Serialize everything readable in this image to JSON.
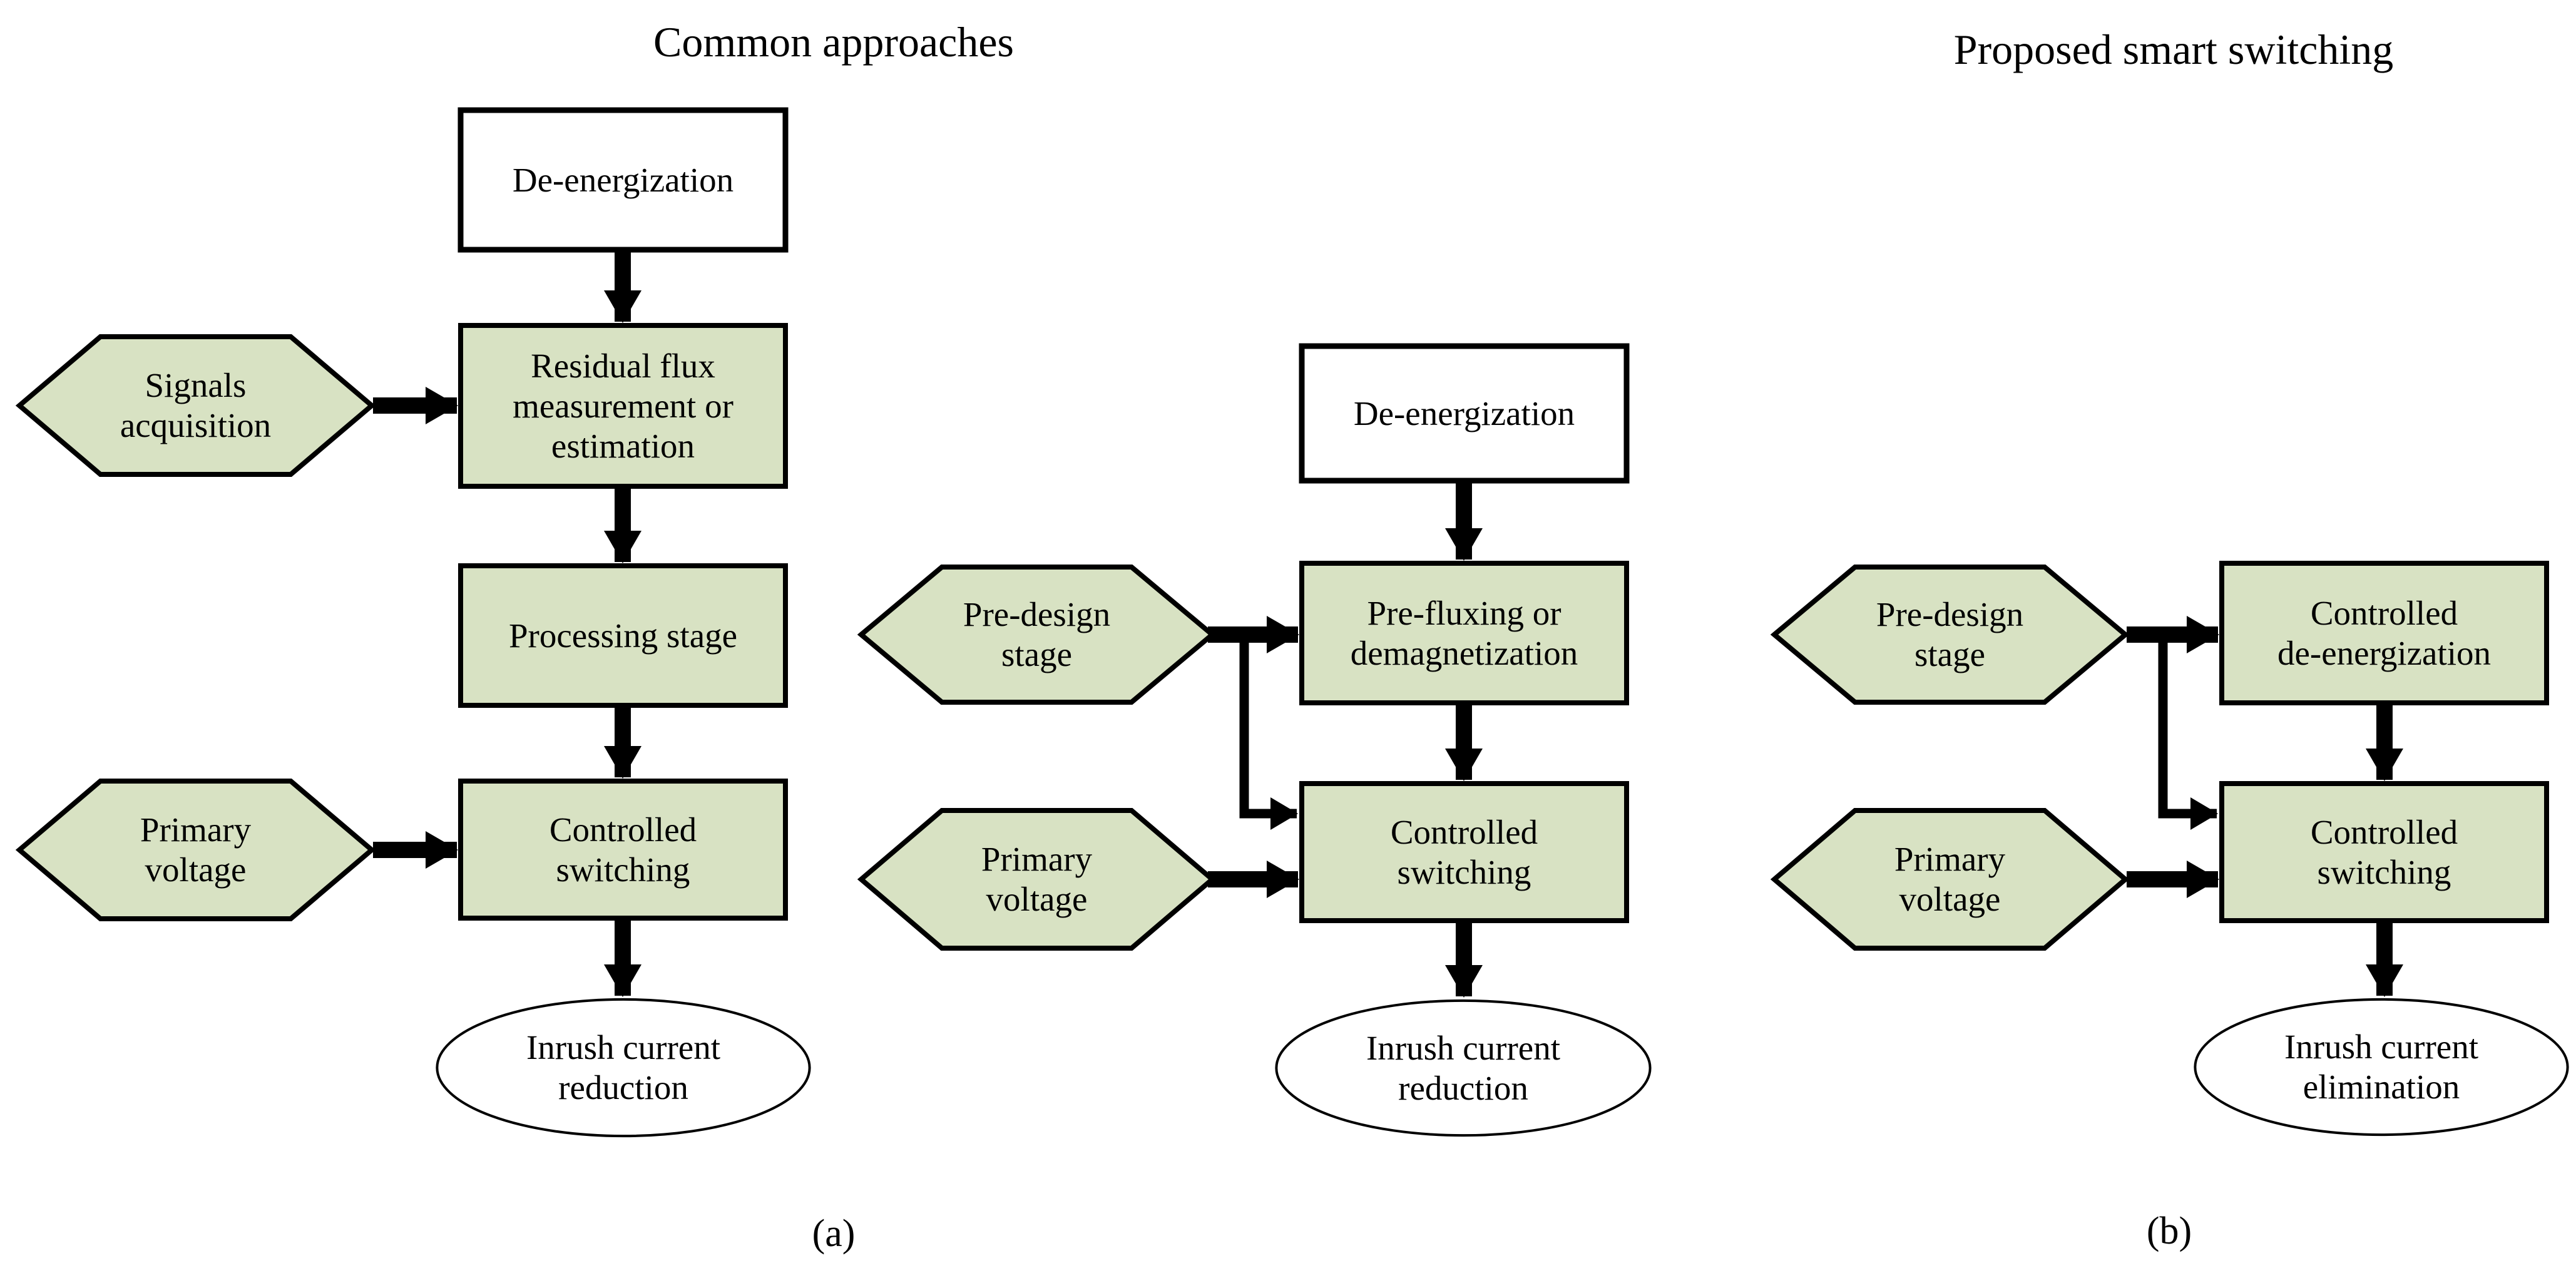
{
  "figure": {
    "left_title": "Common approaches",
    "right_title": "Proposed smart switching",
    "caption_a": "(a)",
    "caption_b": "(b)"
  },
  "colors": {
    "process_fill": "#d8e2c3",
    "plain_fill": "#ffffff",
    "outline": "#000000",
    "arrow": "#000000",
    "background": "#ffffff",
    "text": "#000000"
  },
  "flowcharts": {
    "common_1": {
      "nodes": [
        {
          "type": "rectangle-plain",
          "label": "De-energization"
        },
        {
          "type": "hexagon",
          "label": "Signals\nacquisition"
        },
        {
          "type": "rectangle",
          "label": "Residual flux\nmeasurement or\nestimation"
        },
        {
          "type": "rectangle",
          "label": "Processing stage"
        },
        {
          "type": "hexagon",
          "label": "Primary\nvoltage"
        },
        {
          "type": "rectangle",
          "label": "Controlled\nswitching"
        },
        {
          "type": "ellipse",
          "label": "Inrush current\nreduction"
        }
      ]
    },
    "common_2": {
      "nodes": [
        {
          "type": "rectangle-plain",
          "label": "De-energization"
        },
        {
          "type": "hexagon",
          "label": "Pre-design\nstage"
        },
        {
          "type": "rectangle",
          "label": "Pre-fluxing or\ndemagnetization"
        },
        {
          "type": "hexagon",
          "label": "Primary\nvoltage"
        },
        {
          "type": "rectangle",
          "label": "Controlled\nswitching"
        },
        {
          "type": "ellipse",
          "label": "Inrush current\nreduction"
        }
      ]
    },
    "proposed": {
      "nodes": [
        {
          "type": "hexagon",
          "label": "Pre-design\nstage"
        },
        {
          "type": "rectangle",
          "label": "Controlled\nde-energization"
        },
        {
          "type": "hexagon",
          "label": "Primary\nvoltage"
        },
        {
          "type": "rectangle",
          "label": "Controlled\nswitching"
        },
        {
          "type": "ellipse",
          "label": "Inrush current\nelimination"
        }
      ]
    }
  }
}
